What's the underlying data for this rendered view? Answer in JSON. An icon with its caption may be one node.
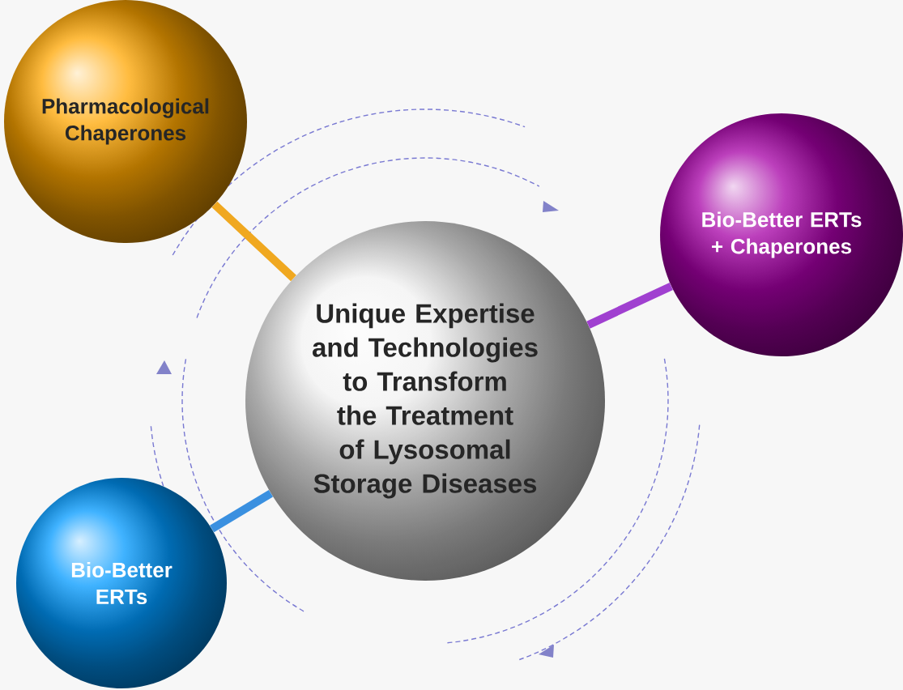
{
  "diagram": {
    "nodes": [
      {
        "text": [
          "Unique Expertise and Technologies to Transform the Treatment of Lysosomal Storage Diseases"
        ]
      },
      {
        "text": [
          "Pharmacological Chaperones"
        ]
      },
      {
        "text": [
          "Bio-Better ERTs + Chaperones"
        ]
      },
      {
        "text": [
          "Bio-Better ERTs"
        ]
      }
    ],
    "edges": [
      {
        "from": 0,
        "to": 1,
        "arrow": "none",
        "color": "#f0a820"
      },
      {
        "from": 0,
        "to": 2,
        "arrow": "none",
        "color": "#a040d0"
      },
      {
        "from": 0,
        "to": 3,
        "arrow": "none",
        "color": "#3a90e0"
      }
    ]
  }
}
